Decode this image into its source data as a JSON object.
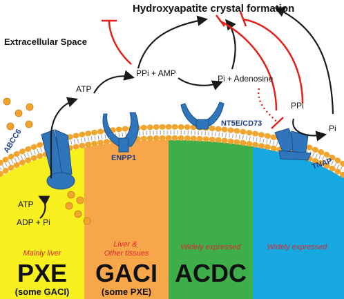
{
  "title": "Hydroxyapatite crystal formation",
  "region_label": "Extracellular Space",
  "molecules": {
    "atp_top": "ATP",
    "ppi_amp": "PPi + AMP",
    "pi_adenosine": "Pi + Adenosine",
    "ppi_right": "PPi",
    "pi_right": "Pi",
    "atp_cell": "ATP",
    "adp_pi": "ADP + Pi"
  },
  "proteins": {
    "abcc6": "ABCC6",
    "enpp1": "ENPP1",
    "nt5e": "NT5E/CD73",
    "tnap": "TNAP"
  },
  "panels": [
    {
      "color": "#f8ef1e",
      "expression": "Mainly liver",
      "disease": "PXE",
      "note": "(some GACI)"
    },
    {
      "color": "#f7a64a",
      "expression": "Liver & Other tissues",
      "disease": "GACI",
      "note": "(some PXE)"
    },
    {
      "color": "#3dae49",
      "expression": "Widely expressed",
      "disease": "ACDC",
      "note": ""
    },
    {
      "color": "#17a8df",
      "expression": "Widely expressed",
      "disease": "",
      "note": ""
    }
  ],
  "colors": {
    "membrane_head": "#f2a52e",
    "protein": "#2f75bb",
    "inhibit": "#e32119",
    "arrow": "#1a1a1a",
    "expression_text": "#d8282f",
    "protein_label": "#1f3c88"
  }
}
